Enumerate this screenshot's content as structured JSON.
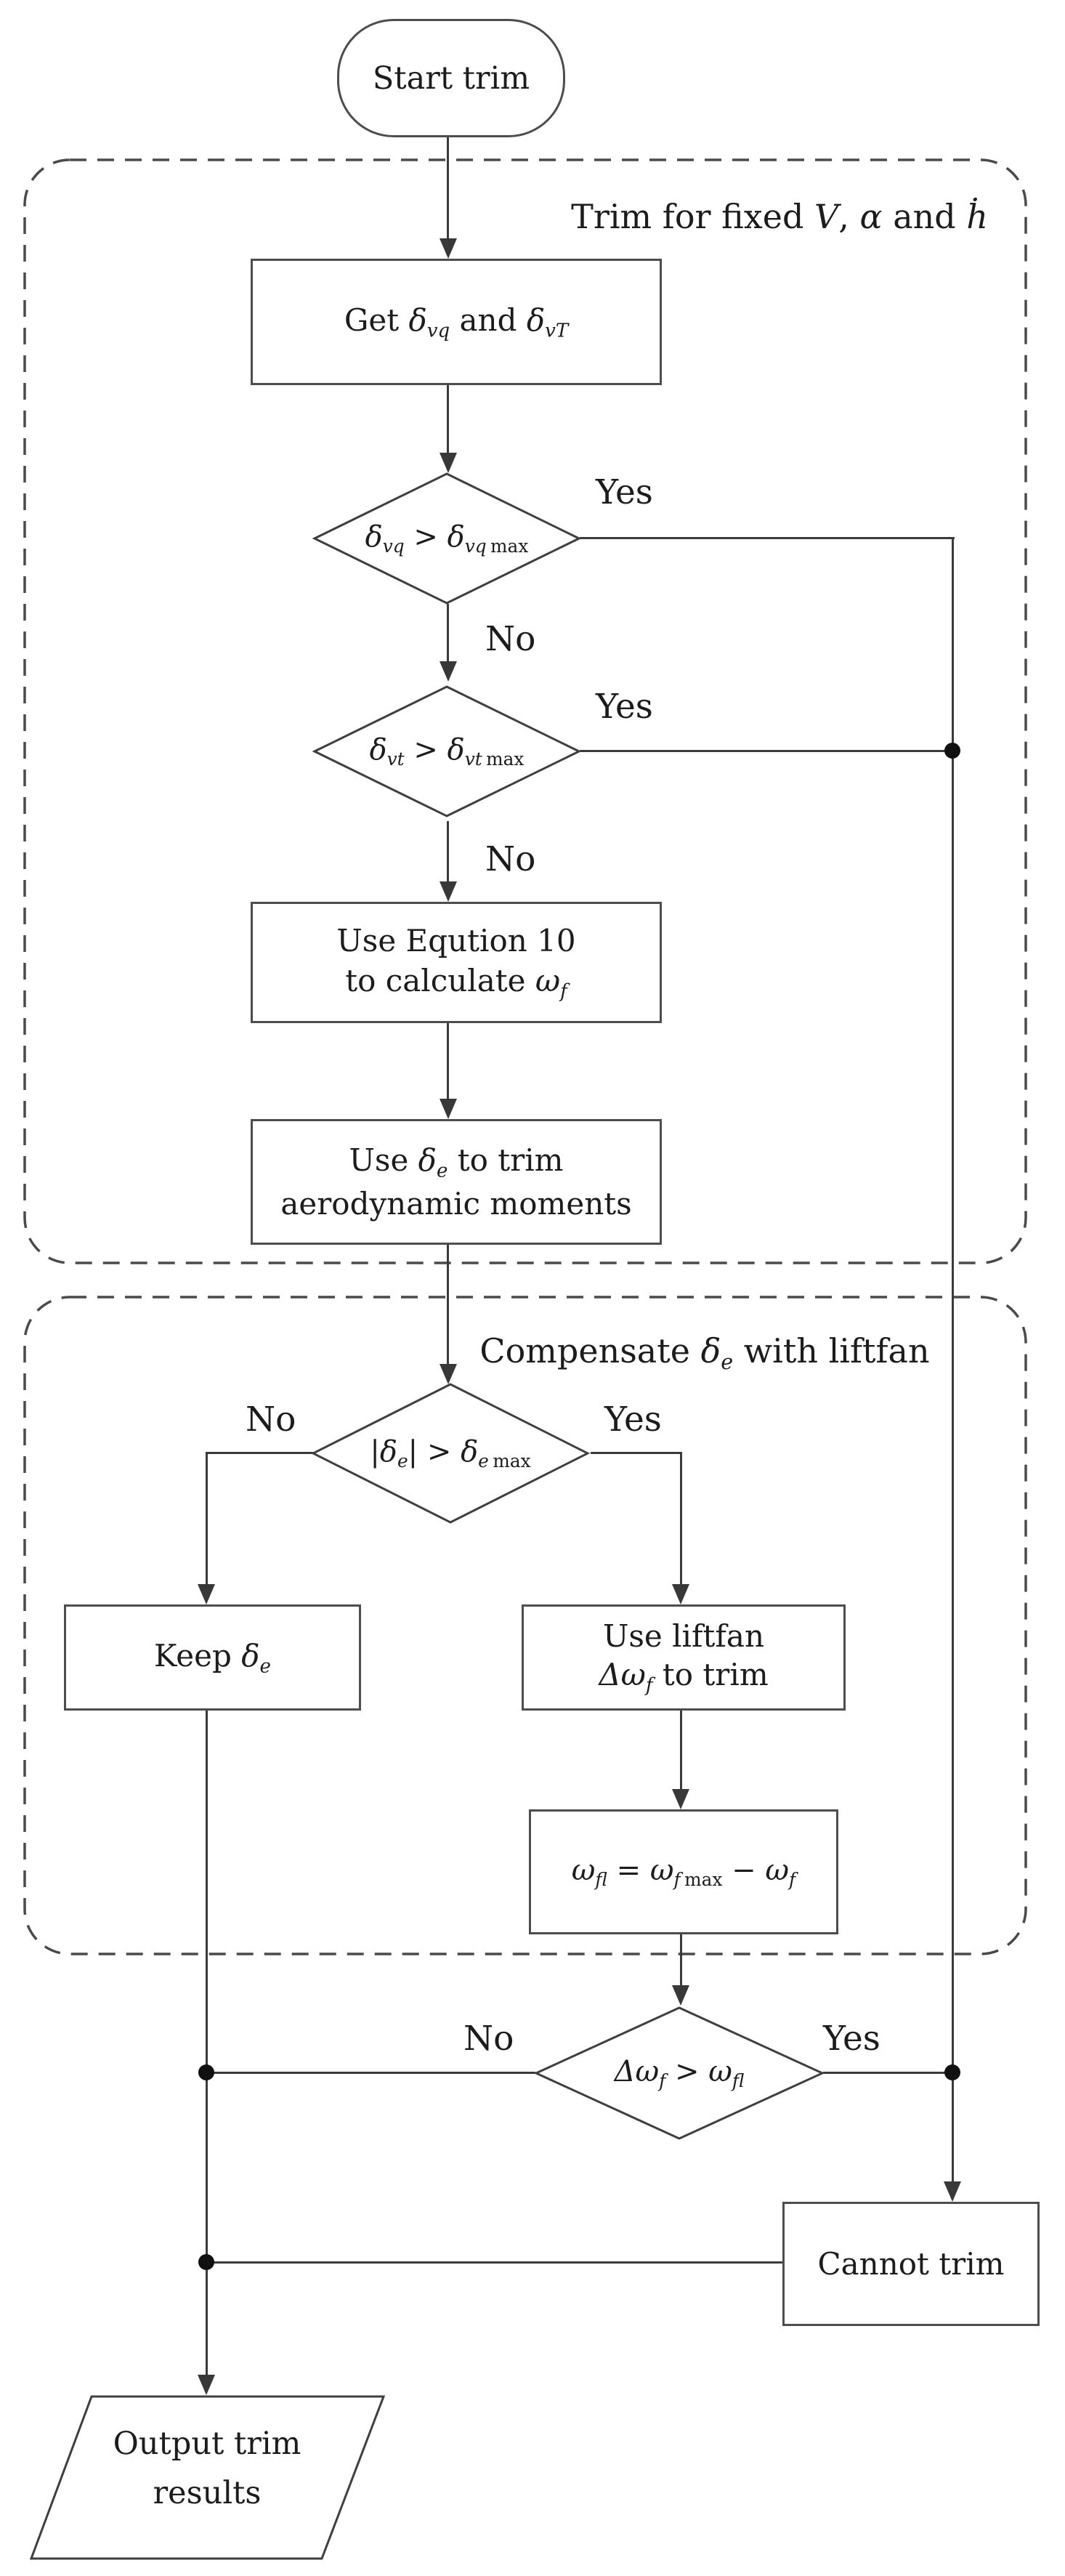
{
  "colors": {
    "ink": "#1c1c1c",
    "line": "#3a3a3a",
    "shape_border": "#4d4d4d",
    "background": "#ffffff"
  },
  "flow": {
    "start": {
      "label": "Start trim"
    },
    "region_fixed": {
      "p0": "Trim for fixed ",
      "p1": "V",
      "p2": ", ",
      "p3": "α",
      "p4": " and ",
      "p5": "ḣ"
    },
    "get": {
      "p0": "Get ",
      "p1": "δ",
      "p2": "vq",
      "p3": " and ",
      "p4": "δ",
      "p5": "vT"
    },
    "dec_vq": {
      "p0": "δ",
      "p1": "vq",
      "p2": " > ",
      "p3": "δ",
      "p4": "vq",
      "p5": "max",
      "yes": "Yes",
      "no": "No"
    },
    "dec_vt": {
      "p0": "δ",
      "p1": "vt",
      "p2": " > ",
      "p3": "δ",
      "p4": "vt",
      "p5": "max",
      "yes": "Yes",
      "no": "No"
    },
    "eq10": {
      "line1": "Use Eqution 10",
      "l2p0": "to calculate ",
      "l2p1": "ω",
      "l2p2": "f"
    },
    "use_de": {
      "l1p0": "Use ",
      "l1p1": "δ",
      "l1p2": "e",
      "l1p3": " to trim",
      "line2": "aerodynamic moments"
    },
    "region_comp": {
      "p0": "Compensate ",
      "p1": "δ",
      "p2": "e",
      "p3": " with liftfan"
    },
    "dec_de": {
      "p0": "|",
      "p1": "δ",
      "p2": "e",
      "p3": "| > ",
      "p4": "δ",
      "p5": "e",
      "p6": "max",
      "yes": "Yes",
      "no": "No"
    },
    "keep": {
      "p0": "Keep ",
      "p1": "δ",
      "p2": "e"
    },
    "liftfan": {
      "line1": "Use liftfan",
      "l2p0": "Δω",
      "l2p1": "f",
      "l2p2": " to trim"
    },
    "wfl": {
      "p0": "ω",
      "p1": "fl",
      "p2": " = ",
      "p3": "ω",
      "p4": "f",
      "p5": "max",
      "p6": " − ",
      "p7": "ω",
      "p8": "f"
    },
    "dec_dwf": {
      "p0": "Δω",
      "p1": "f",
      "p2": " > ",
      "p3": "ω",
      "p4": "fl",
      "yes": "Yes",
      "no": "No"
    },
    "cannot": {
      "label": "Cannot trim"
    },
    "output": {
      "line1": "Output trim",
      "line2": "results"
    }
  }
}
